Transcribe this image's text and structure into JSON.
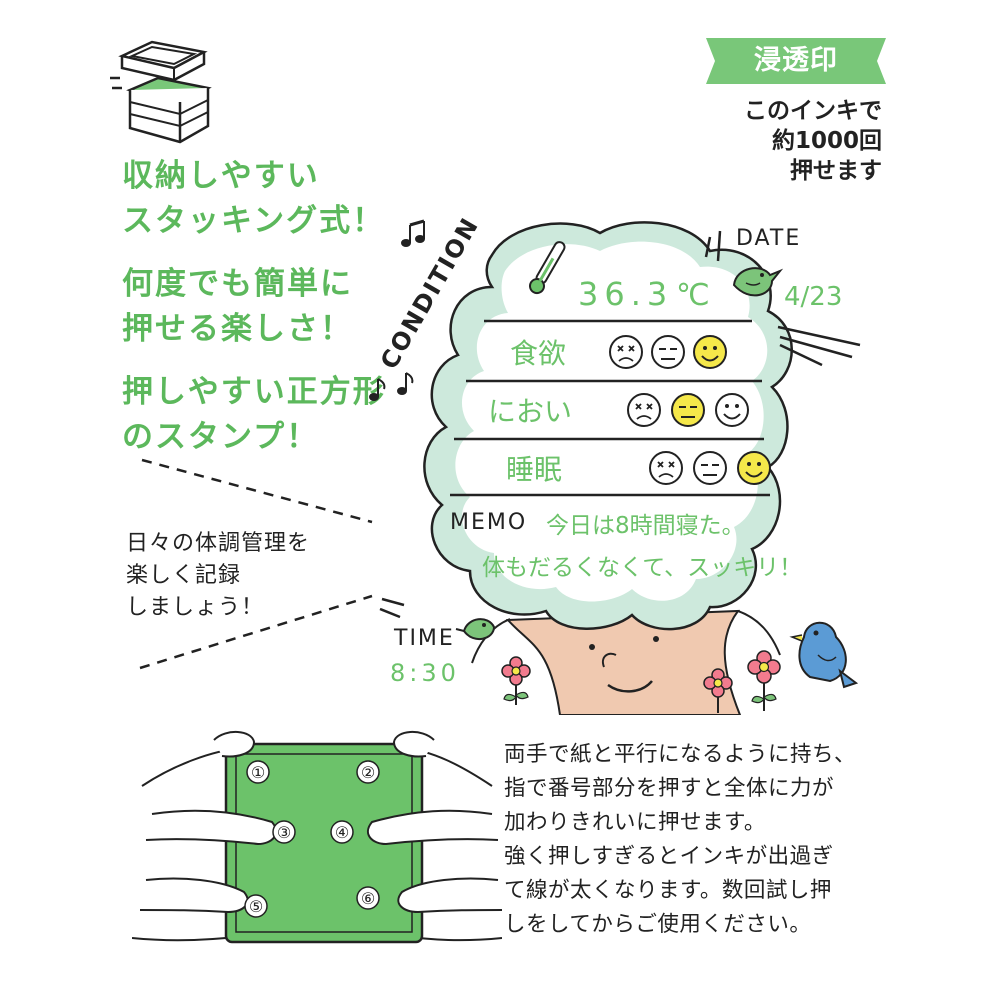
{
  "features": {
    "line1a": "収納しやすい",
    "line1b": "スタッキング式！",
    "line2a": "何度でも簡単に",
    "line2b": "押せる楽しさ！",
    "line3a": "押しやすい正方形",
    "line3b": "のスタンプ！"
  },
  "badge": "浸透印",
  "ink_note": [
    "このインキで",
    "約1000回",
    "押せます"
  ],
  "tree_note": [
    "日々の体調管理を",
    "楽しく記録",
    "しましょう！"
  ],
  "stamp": {
    "title": "CONDITION TREE",
    "date_label": "DATE",
    "date_value": "4/23",
    "temperature": "36.3",
    "temperature_unit": "℃",
    "rows": [
      {
        "label": "食欲"
      },
      {
        "label": "におい"
      },
      {
        "label": "睡眠"
      }
    ],
    "memo_label": "MEMO",
    "memo_line1": "今日は8時間寝た。",
    "memo_line2": "体もだるくなくて、スッキリ！",
    "time_label": "TIME",
    "time_value": "8:30"
  },
  "finger_numbers": [
    "①",
    "②",
    "③",
    "④",
    "⑤",
    "⑥"
  ],
  "instructions": [
    "両手で紙と平行になるように持ち、",
    "指で番号部分を押すと全体に力が",
    "加わりきれいに押せます。",
    "強く押しすぎるとインキが出過ぎ",
    "て線が太くなります。数回試し押",
    "しをしてからご使用ください。"
  ],
  "colors": {
    "accent_green": "#5cb85c",
    "badge_green": "#79c779",
    "tree_mint": "#cde9dc",
    "smiley_yellow": "#f5e84a",
    "stamp_green": "#6cc26a",
    "trunk": "#f0c9b0"
  },
  "icons": [
    "stacking-case-icon",
    "music-note-icon",
    "bird-icon",
    "flower-icon",
    "thermometer-icon",
    "smiley-icon"
  ]
}
